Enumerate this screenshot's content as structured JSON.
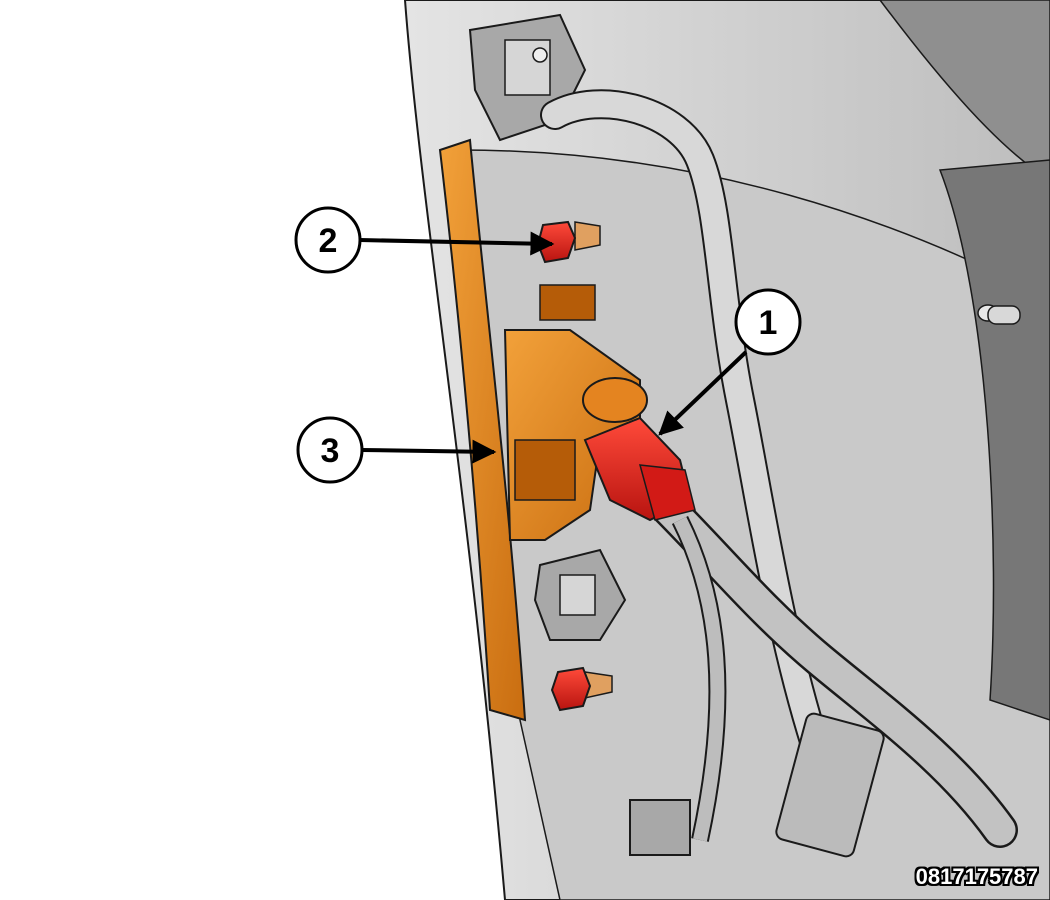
{
  "callouts": [
    {
      "number": "1",
      "part": "electrical-connector"
    },
    {
      "number": "2",
      "part": "retaining-nut"
    },
    {
      "number": "3",
      "part": "license-lamp-housing"
    }
  ],
  "figure_id": "0817175787",
  "colors": {
    "highlight_orange": "#e8891c",
    "highlight_red": "#e0201c",
    "body_gray": "#cfcfcf",
    "outline": "#1a1a1a"
  }
}
